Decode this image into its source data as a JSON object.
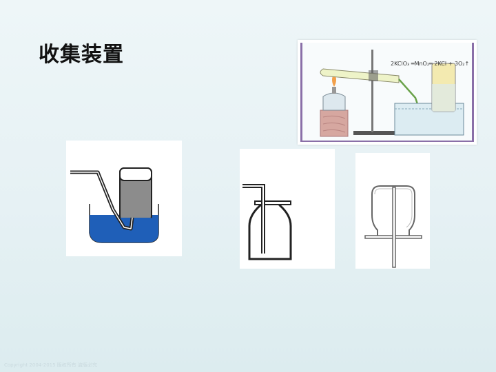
{
  "slide": {
    "title": "收集装置",
    "copyright": "Copyright 2004-2015 版权所有 盗版必究"
  },
  "figure_top": {
    "equation": "2KClO₃ ═MnO₂═ 2KCl + 3O₂↑"
  },
  "colors": {
    "water": "#1f5fb8",
    "bottle_gray": "#8c8c8c",
    "label_yellow": "#f3eab0",
    "frame_purple": "#8a6fa8",
    "wood": "#d6a7a0"
  }
}
